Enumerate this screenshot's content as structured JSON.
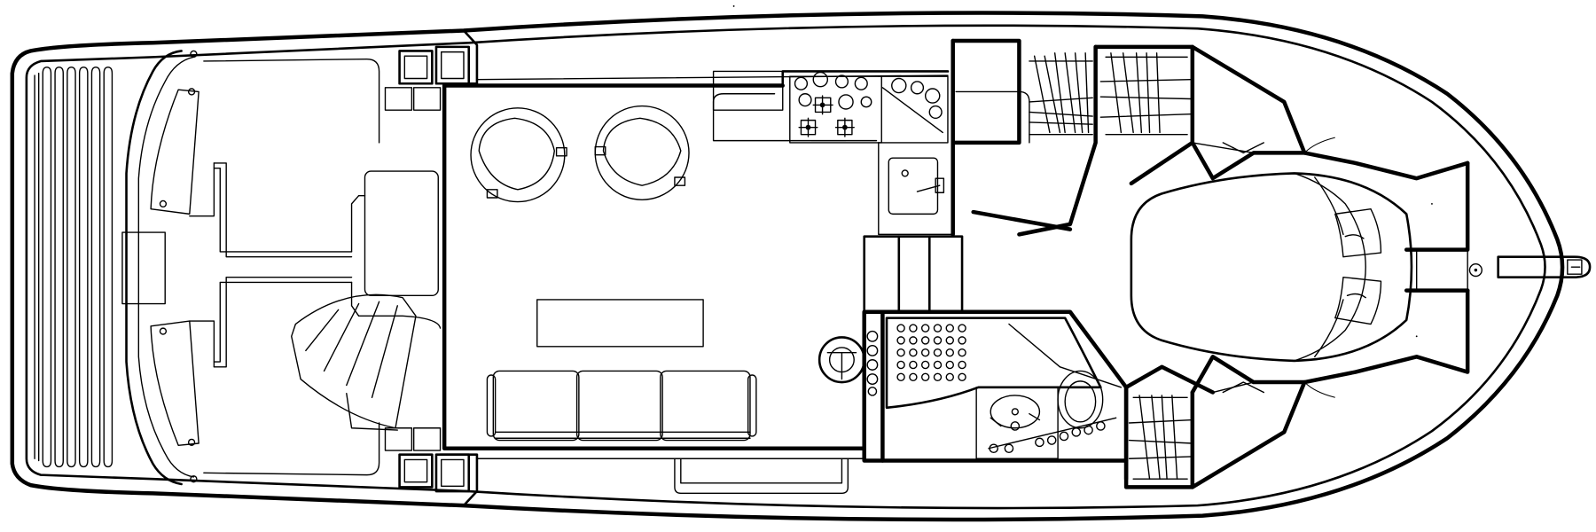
{
  "diagram": {
    "kind": "yacht-deck-plan",
    "colors": {
      "line": "#000000",
      "background": "#ffffff"
    },
    "rooms": [
      "swim-platform",
      "cockpit",
      "salon",
      "galley",
      "helm",
      "head",
      "aft-stateroom",
      "forward-stateroom",
      "bow-pulpit"
    ]
  }
}
